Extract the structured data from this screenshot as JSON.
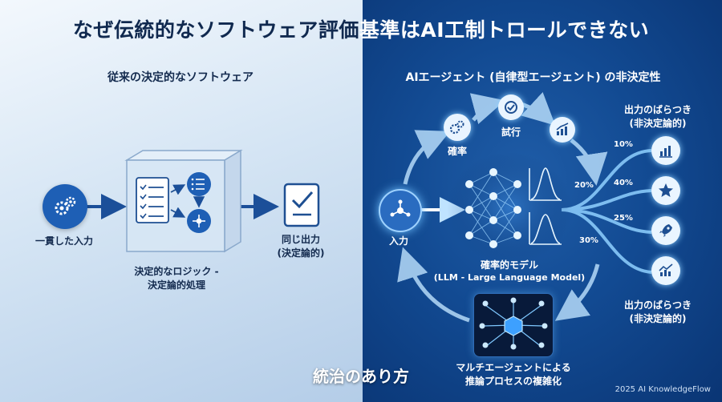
{
  "title": {
    "left_part": "なぜ伝統的なソフトウェア評価",
    "right_part": "基準はAI工制トロールできない"
  },
  "left_panel": {
    "heading": "従来の決定的なソフトウェア",
    "input_label": "一貫した入力",
    "logic_label_line1": "決定的なロジック -",
    "logic_label_line2": "決定論的処理",
    "output_label_line1": "同じ出力",
    "output_label_line2": "(決定論的)"
  },
  "right_panel": {
    "heading": "AIエージェント (自律型エージェント) の非決定性",
    "input_label": "入力",
    "probability_label": "確率",
    "trial_label": "試行",
    "model_label_line1": "確率的モデル",
    "model_label_line2": "(LLM - Large Language Model)",
    "multi_agent_line1": "マルチエージェントによる",
    "multi_agent_line2": "推論プロセスの複雑化",
    "variance_top_line1": "出力のばらつき",
    "variance_top_line2": "(非決定論的)",
    "variance_bottom_line1": "出力のばらつき",
    "variance_bottom_line2": "(非決定論的)",
    "percentages": [
      "10%",
      "20%",
      "40%",
      "25%",
      "30%"
    ],
    "output_icons": [
      "bar-chart-icon",
      "star-icon",
      "rocket-icon",
      "line-chart-icon"
    ]
  },
  "footer": {
    "governance": "統治のあり方",
    "credit": "2025 AI KnowledgeFlow"
  },
  "colors": {
    "left_bg": "#d5e5f4",
    "right_bg": "#124a92",
    "accent_blue": "#1e5fb5",
    "title_dark": "#10294f"
  }
}
